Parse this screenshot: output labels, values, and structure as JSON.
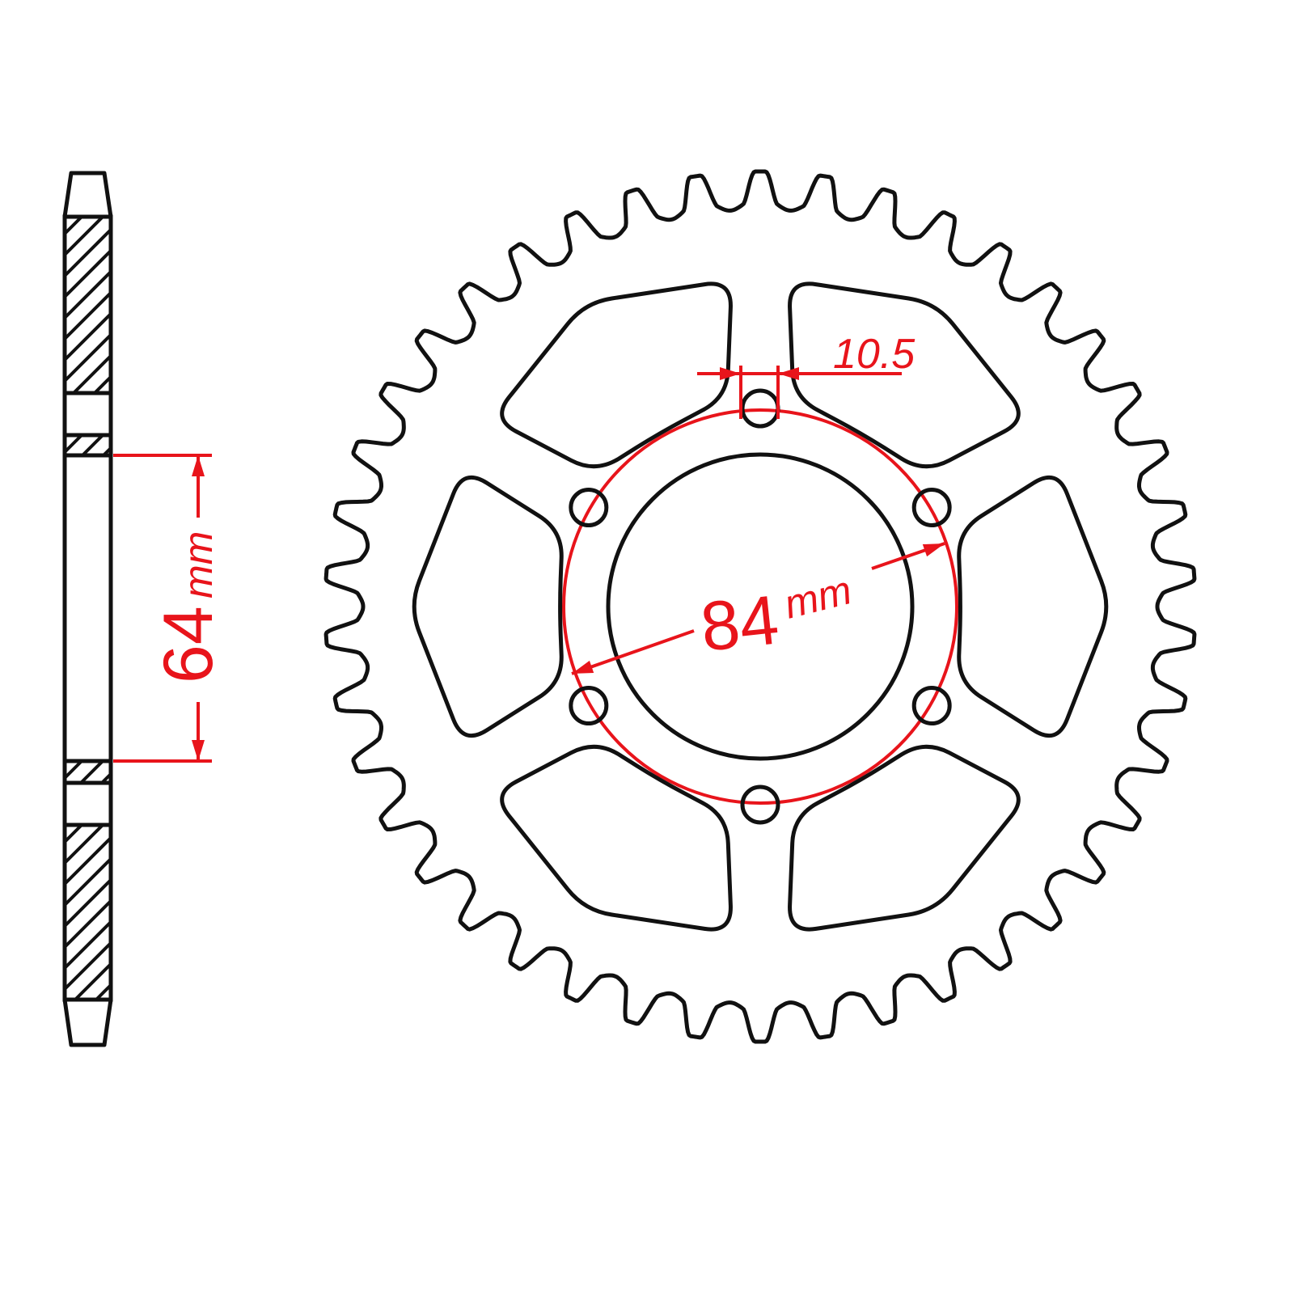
{
  "colors": {
    "outline": "#111111",
    "dimension": "#e8141b",
    "background": "#ffffff"
  },
  "dimensions": {
    "hole_diameter": {
      "value": "10.5"
    },
    "bolt_circle": {
      "value": "84",
      "unit": "mm"
    },
    "center_bore": {
      "value": "64",
      "unit": "mm"
    }
  }
}
